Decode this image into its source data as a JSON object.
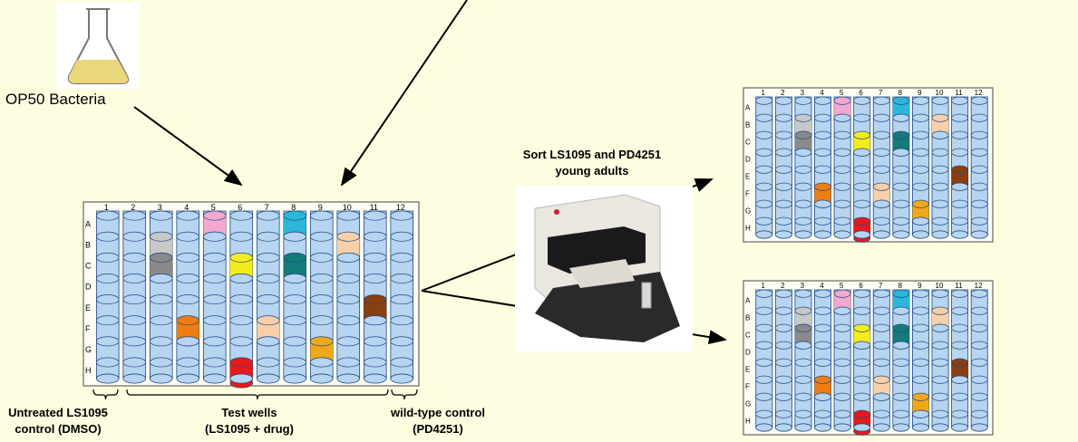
{
  "labels": {
    "bacteria": "OP50 Bacteria",
    "sort": "Sort LS1095 and PD4251",
    "sort_sub": "young adults",
    "untreated": "Untreated LS1095",
    "untreated_sub": "control (DMSO)",
    "test": "Test wells",
    "test_sub": "(LS1095 + drug)",
    "wildtype": "wild-type control",
    "wildtype_sub": "(PD4251)"
  },
  "plate": {
    "rows": [
      "A",
      "B",
      "C",
      "D",
      "E",
      "F",
      "G",
      "H"
    ],
    "columns": [
      "1",
      "2",
      "3",
      "4",
      "5",
      "6",
      "7",
      "8",
      "9",
      "10",
      "11",
      "12"
    ],
    "colored_wells": [
      {
        "row": "A",
        "col": 5,
        "color": "#f2a8cf"
      },
      {
        "row": "A",
        "col": 8,
        "color": "#2ab7d8"
      },
      {
        "row": "B",
        "col": 3,
        "color": "#c8c8c8"
      },
      {
        "row": "B",
        "col": 10,
        "color": "#f8cfa8"
      },
      {
        "row": "C",
        "col": 3,
        "color": "#8a8a8a"
      },
      {
        "row": "C",
        "col": 6,
        "color": "#f4ec1a"
      },
      {
        "row": "C",
        "col": 8,
        "color": "#147a7a"
      },
      {
        "row": "E",
        "col": 11,
        "color": "#8b3e10"
      },
      {
        "row": "F",
        "col": 4,
        "color": "#ee7d12"
      },
      {
        "row": "F",
        "col": 7,
        "color": "#f8cfa8"
      },
      {
        "row": "G",
        "col": 9,
        "color": "#f0a818"
      },
      {
        "row": "H",
        "col": 6,
        "color": "#e8191a"
      }
    ],
    "well_color": "#b7d4f0",
    "well_stroke": "#1e4a86"
  },
  "colors": {
    "background": "#fdfde0",
    "bacteria_culture": "#e8d87a",
    "arrow": "#000000"
  }
}
